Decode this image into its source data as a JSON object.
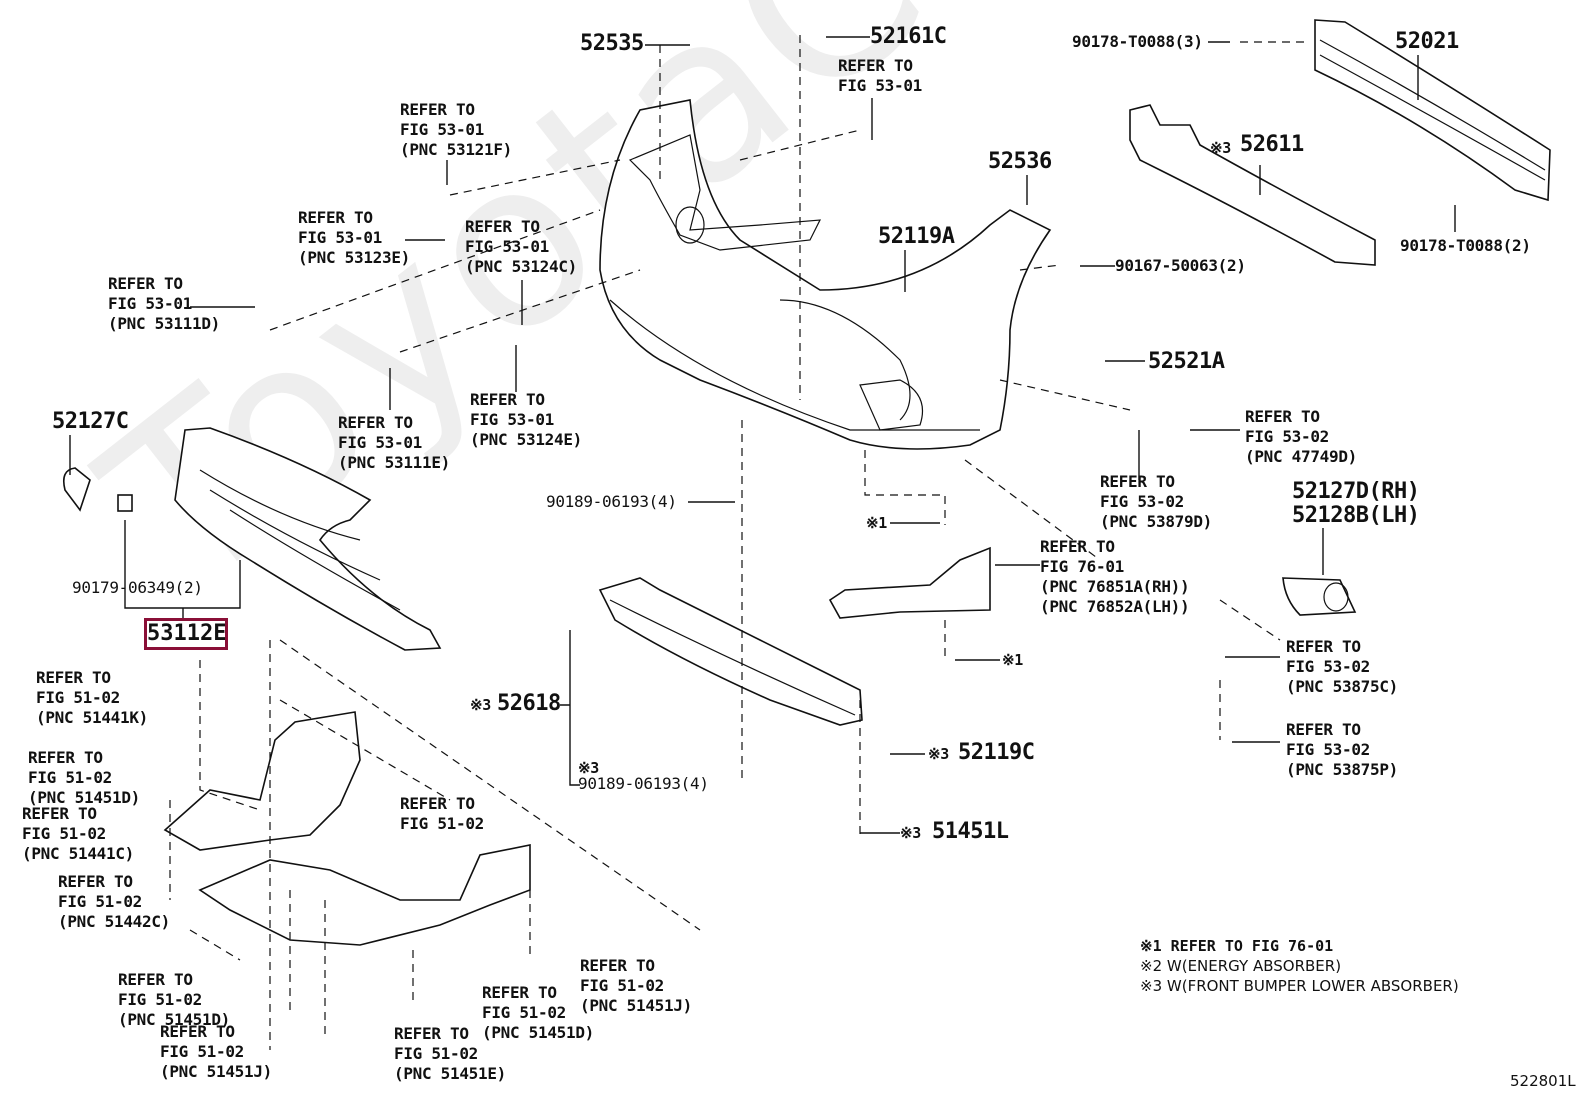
{
  "watermark": "ToyotaCarWiner",
  "highlighted_part": "53112E",
  "diagram_code": "522801L",
  "part_labels": {
    "p52535": "52535",
    "p52161C": "52161C",
    "p52021": "52021",
    "p90178_3": "90178-T0088(3)",
    "p52611": "52611",
    "p52611_mark": "※3",
    "p90178_2": "90178-T0088(2)",
    "p52536": "52536",
    "p52119A": "52119A",
    "p90167": "90167-50063(2)",
    "p52521A": "52521A",
    "p52127C": "52127C",
    "p90179": "90179-06349(2)",
    "p90189_a": "90189-06193(4)",
    "p52127D": "52127D(RH)",
    "p52128B": "52128B(LH)",
    "p52618": "52618",
    "p52618_mark": "※3",
    "p90189_b": "90189-06193(4)",
    "p90189_b_mark": "※3",
    "p52119C": "52119C",
    "p52119C_mark": "※3",
    "p51451L": "51451L",
    "p51451L_mark": "※3",
    "mark1_a": "※1",
    "mark1_b": "※1"
  },
  "refer_labels": [
    {
      "id": "r53121F",
      "text": "REFER TO\nFIG 53-01\n(PNC 53121F)"
    },
    {
      "id": "r53123E",
      "text": "REFER TO\nFIG 53-01\n(PNC 53123E)"
    },
    {
      "id": "r53124C",
      "text": "REFER TO\nFIG 53-01\n(PNC 53124C)"
    },
    {
      "id": "r53111D",
      "text": "REFER TO\nFIG 53-01\n(PNC 53111D)"
    },
    {
      "id": "r53111E",
      "text": "REFER TO\nFIG 53-01\n(PNC 53111E)"
    },
    {
      "id": "r53124E",
      "text": "REFER TO\nFIG 53-01\n(PNC 53124E)"
    },
    {
      "id": "r5301",
      "text": "REFER TO\nFIG 53-01"
    },
    {
      "id": "r47749D",
      "text": "REFER TO\nFIG 53-02\n(PNC 47749D)"
    },
    {
      "id": "r53879D",
      "text": "REFER TO\nFIG 53-02\n(PNC 53879D)"
    },
    {
      "id": "r76851A",
      "text": "REFER TO\nFIG 76-01\n(PNC 76851A(RH))\n(PNC 76852A(LH))"
    },
    {
      "id": "r53875C",
      "text": "REFER TO\nFIG 53-02\n(PNC 53875C)"
    },
    {
      "id": "r53875P",
      "text": "REFER TO\nFIG 53-02\n(PNC 53875P)"
    },
    {
      "id": "r51441K",
      "text": "REFER TO\nFIG 51-02\n(PNC 51441K)"
    },
    {
      "id": "r51451D_a",
      "text": "REFER TO\nFIG 51-02\n(PNC 51451D)"
    },
    {
      "id": "r51441C",
      "text": "REFER TO\nFIG 51-02\n(PNC 51441C)"
    },
    {
      "id": "r5102",
      "text": "REFER TO\nFIG 51-02"
    },
    {
      "id": "r51442C",
      "text": "REFER TO\nFIG 51-02\n(PNC 51442C)"
    },
    {
      "id": "r51451D_b",
      "text": "REFER TO\nFIG 51-02\n(PNC 51451D)"
    },
    {
      "id": "r51451J_a",
      "text": "REFER TO\nFIG 51-02\n(PNC 51451J)"
    },
    {
      "id": "r51451J_b",
      "text": "REFER TO\nFIG 51-02\n(PNC 51451J)"
    },
    {
      "id": "r51451D_c",
      "text": "REFER TO\nFIG 51-02\n(PNC 51451D)"
    },
    {
      "id": "r51451E",
      "text": "REFER TO\nFIG 51-02\n(PNC 51451E)"
    }
  ],
  "notes": [
    "※1 REFER TO FIG 76-01",
    "※2 W(ENERGY ABSORBER)",
    "※3 W(FRONT BUMPER LOWER ABSORBER)"
  ],
  "colors": {
    "highlight": "#8a0f37",
    "line": "#111111",
    "watermark": "#eeeeee"
  }
}
